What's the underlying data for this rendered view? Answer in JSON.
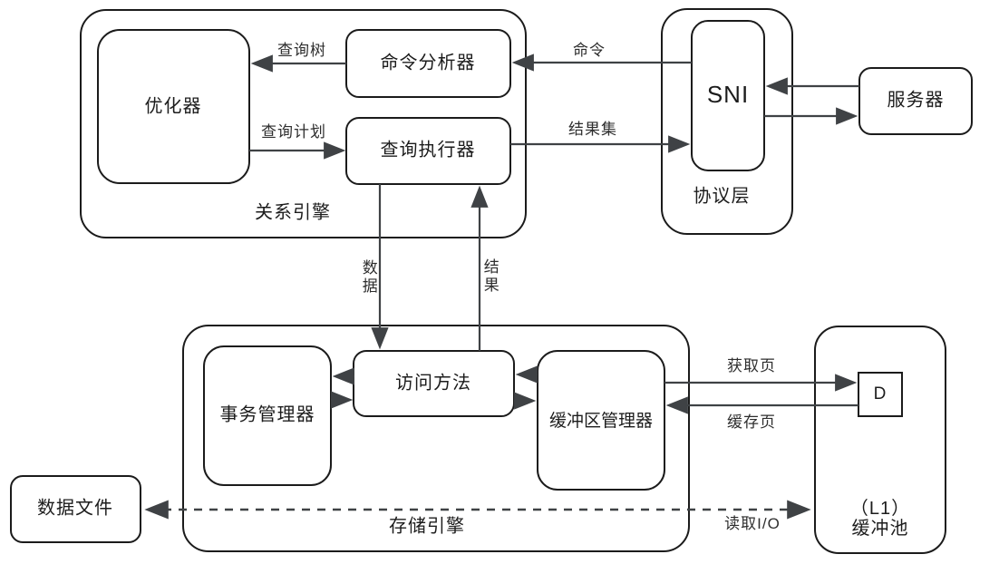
{
  "diagram": {
    "colors": {
      "background": "#ffffff",
      "node_border": "#1b1b1b",
      "arrow": "#3f4245",
      "text": "#1c1c1c"
    },
    "containers": {
      "relational_engine": "关系引擎",
      "protocol_layer": "协议层",
      "storage_engine": "存储引擎",
      "buffer_pool_line1": "（L1）",
      "buffer_pool_line2": "缓冲池"
    },
    "nodes": {
      "optimizer": "优化器",
      "command_parser": "命令分析器",
      "query_executor": "查询执行器",
      "sni": "SNI",
      "server": "服务器",
      "transaction_manager": "事务管理器",
      "access_methods": "访问方法",
      "buffer_manager": "缓冲区管理器",
      "page_d": "D",
      "data_file": "数据文件"
    },
    "edge_labels": {
      "query_tree": "查询树",
      "query_plan": "查询计划",
      "command": "命令",
      "result_set": "结果集",
      "data": "数据",
      "result": "结果",
      "fetch_page": "获取页",
      "cache_page": "缓存页",
      "read_io": "读取I/O"
    }
  }
}
